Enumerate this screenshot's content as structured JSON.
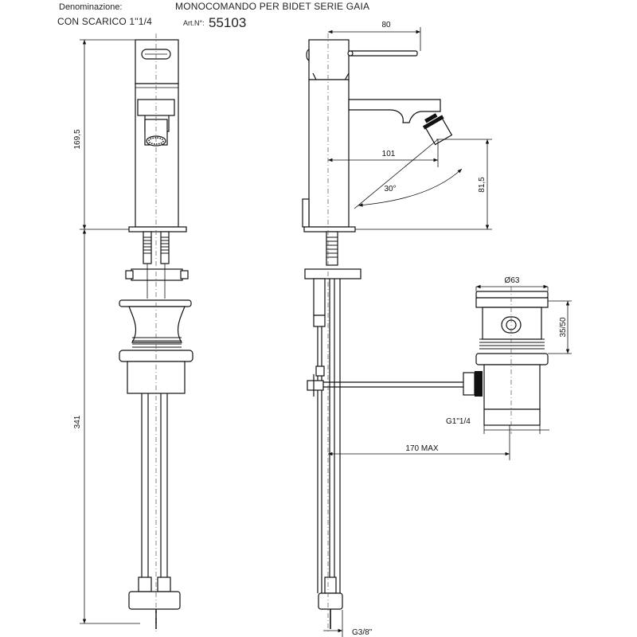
{
  "header": {
    "label_name": "Denominazione:",
    "title": "MONOCOMANDO PER BIDET SERIE GAIA",
    "subtitle": "CON SCARICO 1\"1/4",
    "art_label": "Art.N°:",
    "art_number": "55103"
  },
  "dimensions": {
    "height_body": "169,5",
    "height_total": "341",
    "spout_reach": "80",
    "outlet_reach": "101",
    "outlet_height": "81,5",
    "swivel_angle": "30°",
    "drain_diameter": "Ø63",
    "drain_height": "35/50",
    "drain_thread": "G1\"1/4",
    "rod_length": "170 MAX",
    "hose_thread": "G3/8\""
  }
}
